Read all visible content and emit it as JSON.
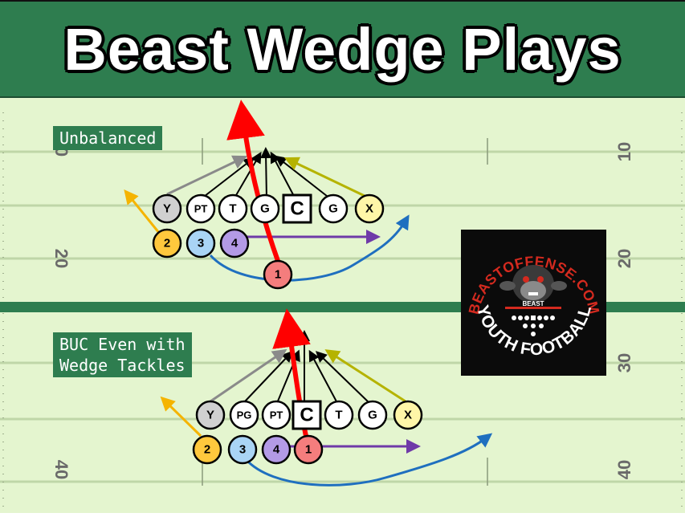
{
  "title": "Beast Wedge Plays",
  "colors": {
    "header_green": "#2e7d4f",
    "field_green": "#e4f5cf",
    "yard_line": "#bfd6a8",
    "red_path": "#ff0000",
    "blue_path": "#1f6fbf",
    "purple_path": "#6f3aa8",
    "orange_path": "#f5b400",
    "gray_path": "#8a8a8a",
    "olive_path": "#b5b300",
    "logo_red": "#d42a1f"
  },
  "yard_numbers": [
    "0",
    "20",
    "10",
    "20",
    "30",
    "40",
    "40"
  ],
  "plays": [
    {
      "label": "Unbalanced",
      "players": [
        {
          "text": "Y",
          "color": "#d0d0d0",
          "icon": "circle"
        },
        {
          "text": "PT",
          "color": "#ffffff",
          "icon": "circle"
        },
        {
          "text": "T",
          "color": "#ffffff",
          "icon": "circle"
        },
        {
          "text": "G",
          "color": "#ffffff",
          "icon": "circle"
        },
        {
          "text": "C",
          "color": "#ffffff",
          "icon": "square"
        },
        {
          "text": "G",
          "color": "#ffffff",
          "icon": "circle"
        },
        {
          "text": "X",
          "color": "#fff6a8",
          "icon": "circle"
        },
        {
          "text": "2",
          "color": "#ffc83d",
          "icon": "circle"
        },
        {
          "text": "3",
          "color": "#a9d4f5",
          "icon": "circle"
        },
        {
          "text": "4",
          "color": "#b39ae6",
          "icon": "circle"
        },
        {
          "text": "1",
          "color": "#f47d7d",
          "icon": "circle"
        }
      ]
    },
    {
      "label": "BUC Even with\nWedge Tackles",
      "players": [
        {
          "text": "Y",
          "color": "#d0d0d0",
          "icon": "circle"
        },
        {
          "text": "PG",
          "color": "#ffffff",
          "icon": "circle"
        },
        {
          "text": "PT",
          "color": "#ffffff",
          "icon": "circle"
        },
        {
          "text": "C",
          "color": "#ffffff",
          "icon": "square"
        },
        {
          "text": "T",
          "color": "#ffffff",
          "icon": "circle"
        },
        {
          "text": "G",
          "color": "#ffffff",
          "icon": "circle"
        },
        {
          "text": "X",
          "color": "#fff6a8",
          "icon": "circle"
        },
        {
          "text": "2",
          "color": "#ffc83d",
          "icon": "circle"
        },
        {
          "text": "3",
          "color": "#a9d4f5",
          "icon": "circle"
        },
        {
          "text": "4",
          "color": "#b39ae6",
          "icon": "circle"
        },
        {
          "text": "1",
          "color": "#f47d7d",
          "icon": "circle"
        }
      ]
    }
  ],
  "logo": {
    "line1": "BEASTOFFENSE.COM",
    "line2": "YOUTH FOOTBALL",
    "badge": "BEAST",
    "icon": "gorilla-football-icon"
  }
}
